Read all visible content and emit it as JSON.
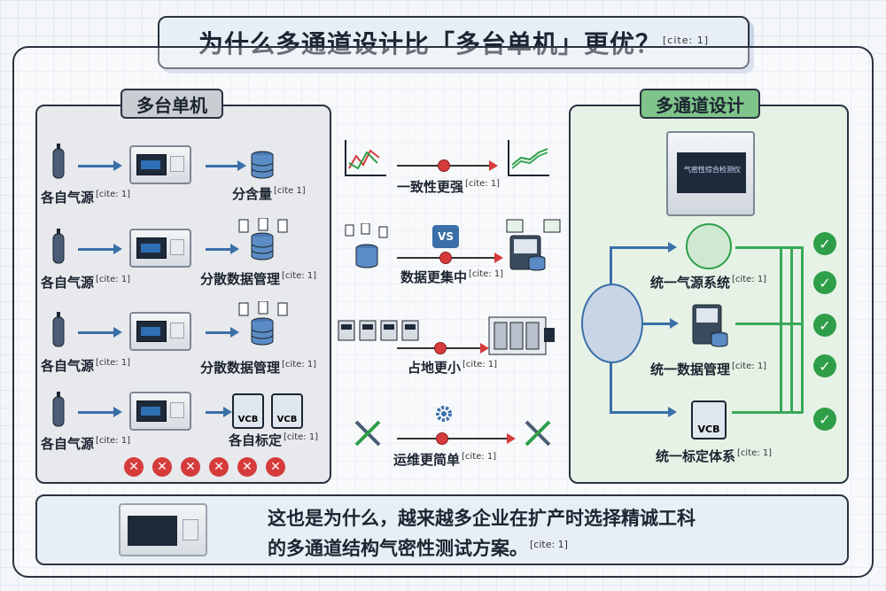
{
  "title": {
    "text": "为什么多通道设计比「多台单机」更优？",
    "cite": "[cite: 1]"
  },
  "left_panel": {
    "tag": "多台单机",
    "rows": [
      {
        "source": "各自气源",
        "source_cite": "[cite: 1]",
        "result": "分含量",
        "result_cite": "[cite 1]"
      },
      {
        "source": "各自气源",
        "source_cite": "[cite: 1]",
        "result": "分散数据管理",
        "result_cite": "[cite: 1]"
      },
      {
        "source": "各自气源",
        "source_cite": "[cite: 1]",
        "result": "分散数据管理",
        "result_cite": "[cite: 1]"
      },
      {
        "source": "各自气源",
        "source_cite": "[cite: 1]",
        "result": "各自标定",
        "result_cite": "[cite: 1]"
      }
    ],
    "vcb_label": "VCB",
    "x_marks": [
      "✕",
      "✕",
      "✕",
      "✕",
      "✕",
      "✕"
    ]
  },
  "middle": {
    "items": [
      {
        "label": "一致性更强",
        "cite": "[cite: 1]"
      },
      {
        "label": "数据更集中",
        "cite": "[cite: 1]"
      },
      {
        "label": "占地更小",
        "cite": "[cite: 1]"
      },
      {
        "label": "运维更简单",
        "cite": "[cite: 1]"
      }
    ],
    "vs_label": "VS"
  },
  "right_panel": {
    "tag": "多通道设计",
    "machine_screen": "气密性综合检测仪",
    "items": [
      {
        "label": "统一气源系统",
        "cite": "[cite: 1]"
      },
      {
        "label": "统一数据管理",
        "cite": "[cite: 1]"
      },
      {
        "label": "统一标定体系",
        "cite": "[cite: 1]"
      }
    ],
    "vcb_label": "VCB",
    "check_marks": [
      "✓",
      "✓",
      "✓",
      "✓",
      "✓"
    ]
  },
  "bottom": {
    "line1": "这也是为什么，越来越多企业在扩产时选择精诚工科",
    "line2": "的多通道结构气密性测试方案。",
    "cite": "[cite: 1]"
  },
  "colors": {
    "accent_blue": "#3a6fa8",
    "accent_green": "#2e9e48",
    "accent_red": "#d63b3b"
  }
}
